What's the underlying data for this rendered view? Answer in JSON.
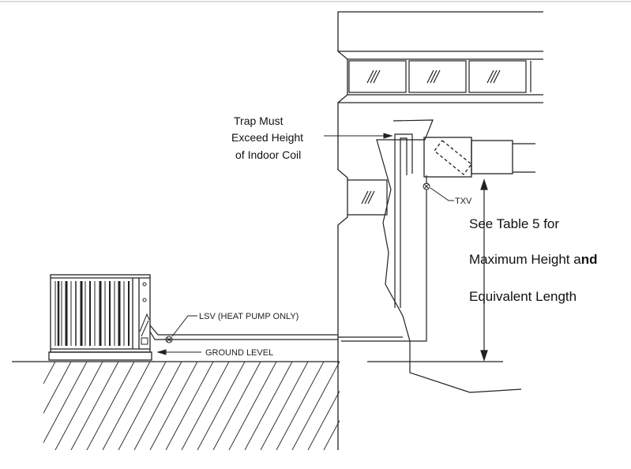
{
  "labels": {
    "trap_line1": "Trap Must",
    "trap_line2": "Exceed Height",
    "trap_line3": "of Indoor Coil",
    "txv": "TXV",
    "lsv": "LSV (HEAT PUMP ONLY)",
    "ground_level": "GROUND LEVEL",
    "note_line1": "See Table 5 for",
    "note_line2_prefix": "Maximum Height a",
    "note_line2_bold": "nd",
    "note_line3": "Equivalent Length"
  }
}
